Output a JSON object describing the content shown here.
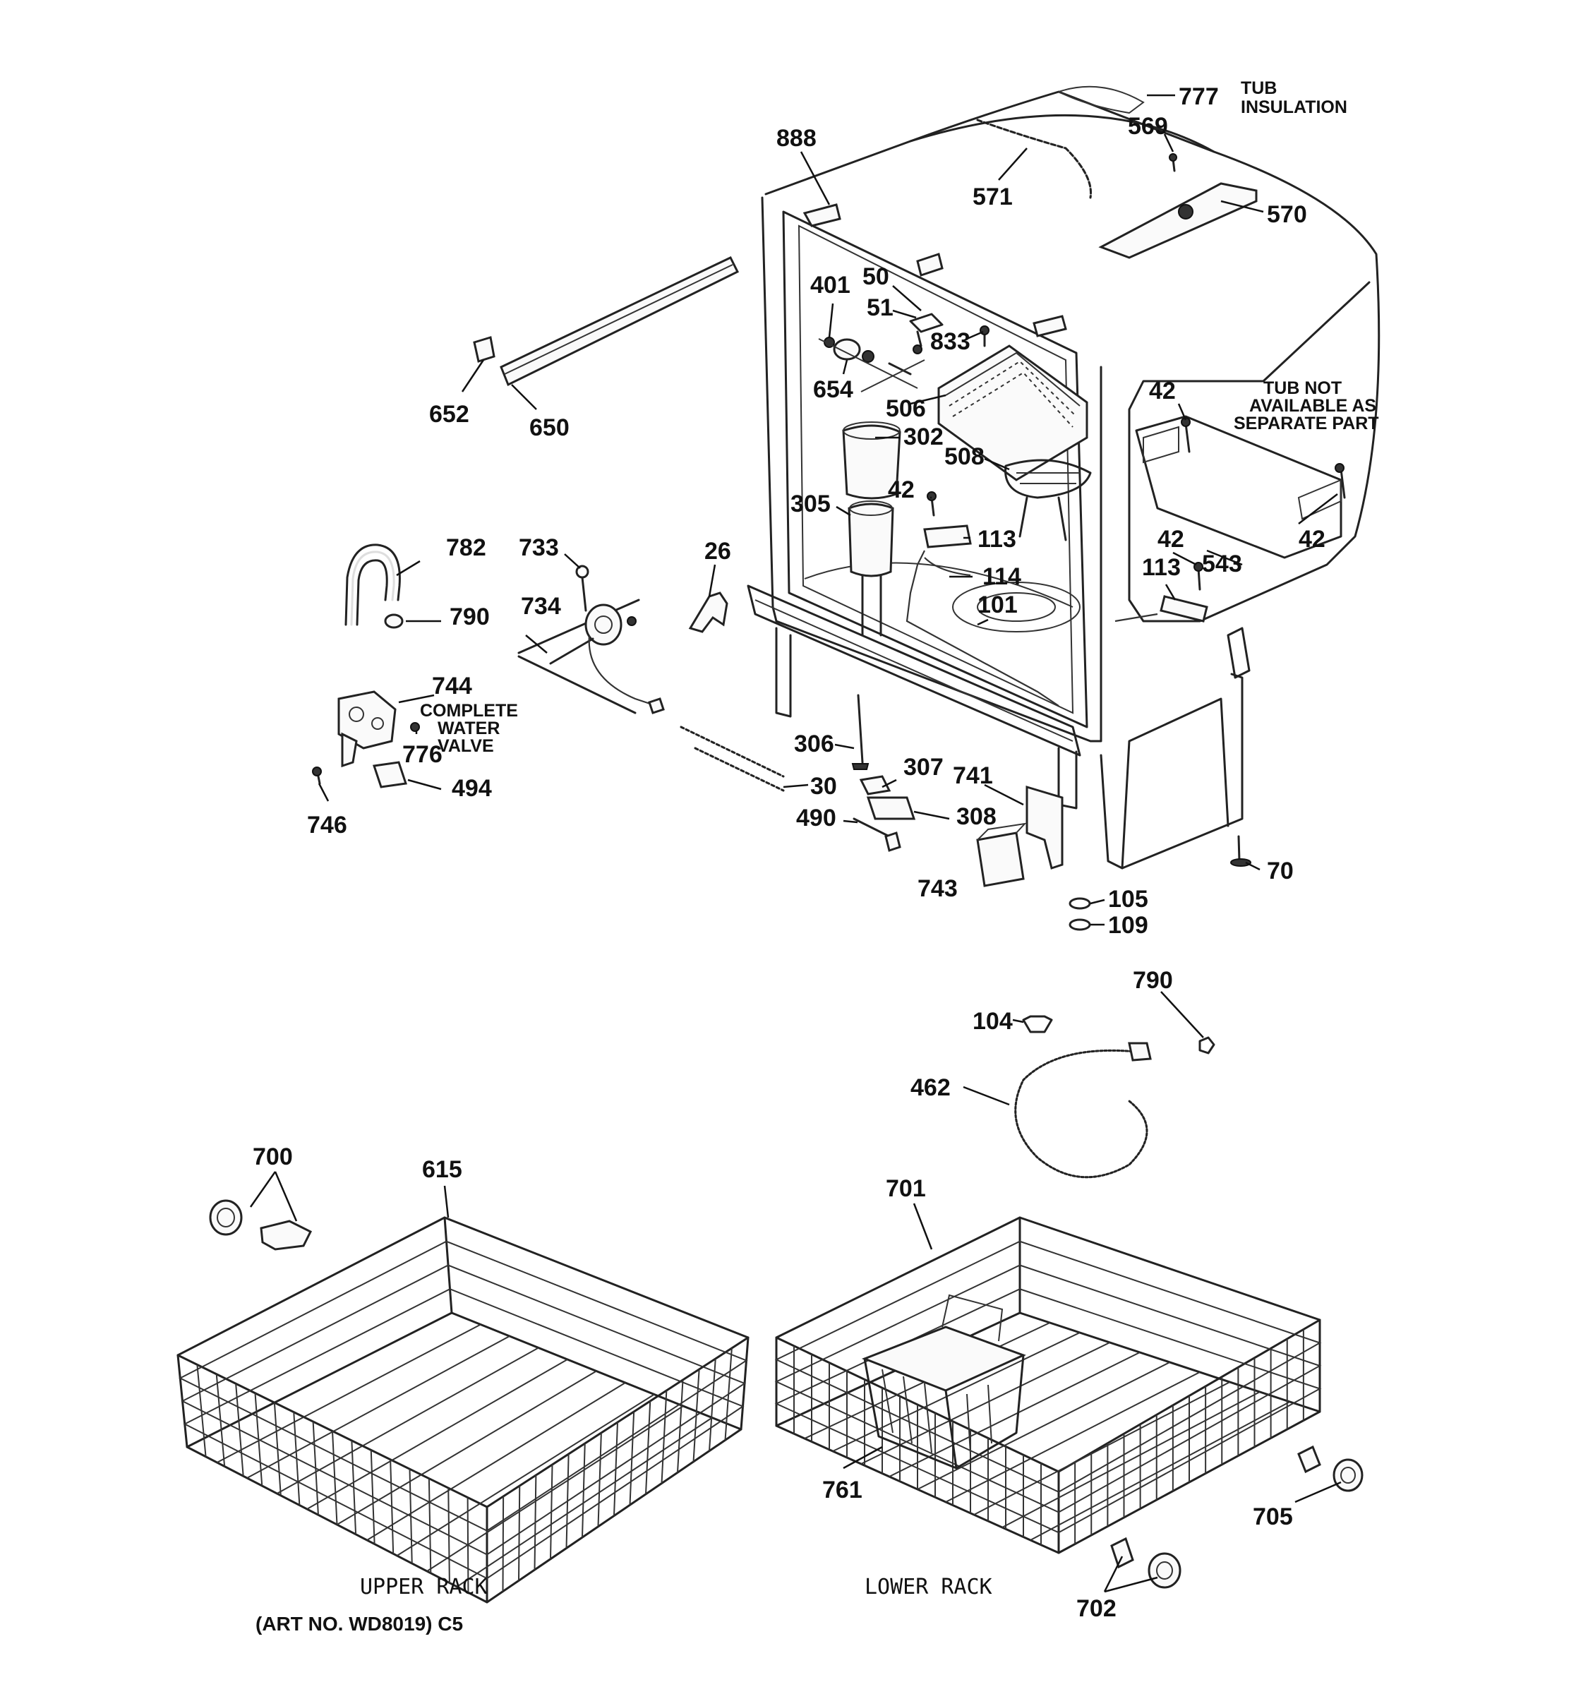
{
  "callouts": {
    "c777": "777",
    "c569": "569",
    "c888": "888",
    "c571": "571",
    "c570": "570",
    "c50": "50",
    "c401": "401",
    "c51": "51",
    "c833": "833",
    "c652": "652",
    "c650": "650",
    "c654": "654",
    "c506": "506",
    "c42a": "42",
    "c302": "302",
    "c508": "508",
    "c42b": "42",
    "c305": "305",
    "c113a": "113",
    "c782": "782",
    "c733": "733",
    "c26": "26",
    "c114": "114",
    "c42c": "42",
    "c543": "543",
    "c42d": "42",
    "c113b": "113",
    "c101": "101",
    "c790a": "790",
    "c734": "734",
    "c744": "744",
    "c776": "776",
    "c494": "494",
    "c746": "746",
    "c306": "306",
    "c30": "30",
    "c307": "307",
    "c741": "741",
    "c308": "308",
    "c490": "490",
    "c743": "743",
    "c70": "70",
    "c105": "105",
    "c109": "109",
    "c790b": "790",
    "c104": "104",
    "c462": "462",
    "c700": "700",
    "c615": "615",
    "c701": "701",
    "c761": "761",
    "c705": "705",
    "c702": "702"
  },
  "notes": {
    "tub_line1": "TUB",
    "tub_line2": "INSULATION",
    "tubnot_line1": "TUB NOT",
    "tubnot_line2": "AVAILABLE AS",
    "tubnot_line3": "SEPARATE PART",
    "valve_line1": "COMPLETE",
    "valve_line2": "WATER",
    "valve_line3": "VALVE"
  },
  "captions": {
    "upper_rack": "UPPER RACK",
    "lower_rack": "LOWER RACK",
    "art_no": "(ART NO. WD8019) C5"
  }
}
